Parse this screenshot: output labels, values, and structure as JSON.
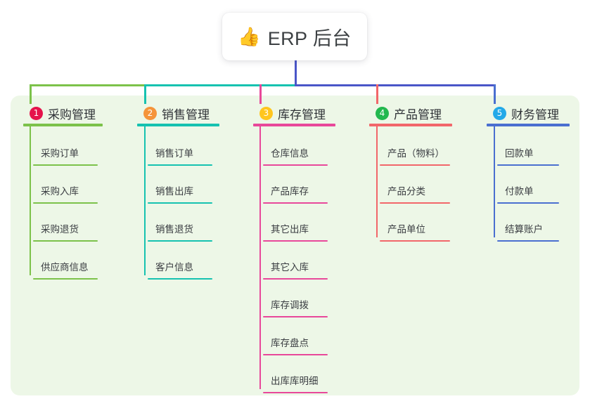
{
  "root": {
    "icon": "thumbs-up-icon",
    "icon_glyph": "👍",
    "title": "ERP 后台"
  },
  "panel": {
    "background": "#edf7e7"
  },
  "connector_colors": {
    "trunk": "#4a56c8",
    "segment_green": "#7cc24a",
    "segment_teal": "#16c2b0",
    "segment_blue": "#4a56c8",
    "drop_1": "#7cc24a",
    "drop_2": "#16c2b0",
    "drop_3": "#e8489a",
    "drop_4": "#f2666a",
    "drop_5": "#4a6fd0"
  },
  "columns": [
    {
      "index": "1",
      "badge_color": "#e5134b",
      "line_color": "#7cc24a",
      "title": "采购管理",
      "items": [
        "采购订单",
        "采购入库",
        "采购退货",
        "供应商信息"
      ]
    },
    {
      "index": "2",
      "badge_color": "#f5943a",
      "line_color": "#16c2b0",
      "title": "销售管理",
      "items": [
        "销售订单",
        "销售出库",
        "销售退货",
        "客户信息"
      ]
    },
    {
      "index": "3",
      "badge_color": "#ffc61e",
      "line_color": "#e8489a",
      "title": "库存管理",
      "items": [
        "仓库信息",
        "产品库存",
        "其它出库",
        "其它入库",
        "库存调拨",
        "库存盘点",
        "出库库明细"
      ]
    },
    {
      "index": "4",
      "badge_color": "#23b84f",
      "line_color": "#f2666a",
      "title": "产品管理",
      "items": [
        "产品（物料）",
        "产品分类",
        "产品单位"
      ]
    },
    {
      "index": "5",
      "badge_color": "#23a9e8",
      "line_color": "#4a6fd0",
      "title": "财务管理",
      "items": [
        "回款单",
        "付款单",
        "结算账户"
      ]
    }
  ]
}
